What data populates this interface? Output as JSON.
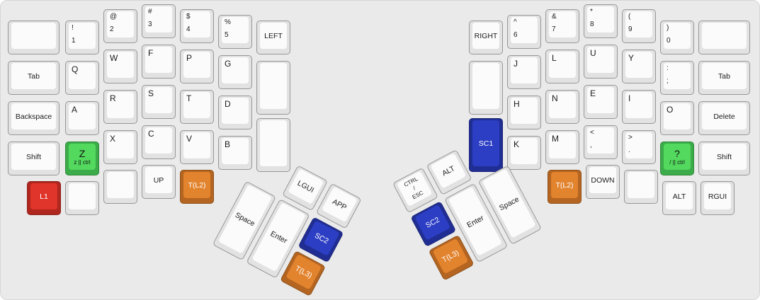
{
  "palette": {
    "white": {
      "face": "#fbfbfb",
      "side": "#e2e2e2",
      "border": "#979797",
      "text": "#1c1c1c"
    },
    "red": {
      "face": "#e0352b",
      "side": "#b0271f",
      "border": "#8c1e17",
      "text": "#ffffff"
    },
    "green": {
      "face": "#52d95e",
      "side": "#3cab49",
      "border": "#2f8a3b",
      "text": "#111111"
    },
    "orange": {
      "face": "#e2832d",
      "side": "#b46521",
      "border": "#8f5119",
      "text": "#ffffff"
    },
    "blue": {
      "face": "#2c3ec4",
      "side": "#202e94",
      "border": "#1a2578",
      "text": "#ffffff"
    }
  },
  "keyboard": {
    "left_main": [
      {
        "name": "key-blank-l-top-outer",
        "kind": "word",
        "color": "white",
        "lines": []
      },
      {
        "name": "key-1",
        "kind": "sym",
        "color": "white",
        "lines": [
          "!",
          "1"
        ]
      },
      {
        "name": "key-2",
        "kind": "sym",
        "color": "white",
        "lines": [
          "@",
          "2"
        ]
      },
      {
        "name": "key-3",
        "kind": "sym",
        "color": "white",
        "lines": [
          "#",
          "3"
        ]
      },
      {
        "name": "key-4",
        "kind": "sym",
        "color": "white",
        "lines": [
          "$",
          "4"
        ]
      },
      {
        "name": "key-5",
        "kind": "sym",
        "color": "white",
        "lines": [
          "%",
          "5"
        ]
      },
      {
        "name": "key-left-arrow",
        "kind": "word",
        "color": "white",
        "lines": [
          "LEFT"
        ]
      },
      {
        "name": "key-tab-left",
        "kind": "word",
        "color": "white",
        "lines": [
          "Tab"
        ]
      },
      {
        "name": "key-q",
        "kind": "letter",
        "color": "white",
        "lines": [
          "Q"
        ]
      },
      {
        "name": "key-w",
        "kind": "letter",
        "color": "white",
        "lines": [
          "W"
        ]
      },
      {
        "name": "key-f",
        "kind": "letter",
        "color": "white",
        "lines": [
          "F"
        ]
      },
      {
        "name": "key-p",
        "kind": "letter",
        "color": "white",
        "lines": [
          "P"
        ]
      },
      {
        "name": "key-g",
        "kind": "letter",
        "color": "white",
        "lines": [
          "G"
        ]
      },
      {
        "name": "key-blank-l-inner-top",
        "kind": "word",
        "color": "white",
        "lines": []
      },
      {
        "name": "key-blank-l-inner-bottom",
        "kind": "word",
        "color": "white",
        "lines": []
      },
      {
        "name": "key-backspace",
        "kind": "word",
        "color": "white",
        "lines": [
          "Backspace"
        ]
      },
      {
        "name": "key-a",
        "kind": "letter",
        "color": "white",
        "lines": [
          "A"
        ]
      },
      {
        "name": "key-r",
        "kind": "letter",
        "color": "white",
        "lines": [
          "R"
        ]
      },
      {
        "name": "key-s",
        "kind": "letter",
        "color": "white",
        "lines": [
          "S"
        ]
      },
      {
        "name": "key-t",
        "kind": "letter",
        "color": "white",
        "lines": [
          "T"
        ]
      },
      {
        "name": "key-d",
        "kind": "letter",
        "color": "white",
        "lines": [
          "D"
        ]
      },
      {
        "name": "key-shift-left",
        "kind": "word",
        "color": "white",
        "lines": [
          "Shift"
        ]
      },
      {
        "name": "key-z-ctrl",
        "kind": "combo",
        "color": "green",
        "lines": [
          "Z",
          "z || ctrl"
        ]
      },
      {
        "name": "key-x",
        "kind": "letter",
        "color": "white",
        "lines": [
          "X"
        ]
      },
      {
        "name": "key-c",
        "kind": "letter",
        "color": "white",
        "lines": [
          "C"
        ]
      },
      {
        "name": "key-v",
        "kind": "letter",
        "color": "white",
        "lines": [
          "V"
        ]
      },
      {
        "name": "key-b",
        "kind": "letter",
        "color": "white",
        "lines": [
          "B"
        ]
      },
      {
        "name": "key-l1",
        "kind": "word",
        "color": "red",
        "lines": [
          "L1"
        ]
      },
      {
        "name": "key-blank-l-bottom-1",
        "kind": "word",
        "color": "white",
        "lines": []
      },
      {
        "name": "key-blank-l-bottom-2",
        "kind": "word",
        "color": "white",
        "lines": []
      },
      {
        "name": "key-up-arrow",
        "kind": "word",
        "color": "white",
        "lines": [
          "UP"
        ]
      },
      {
        "name": "key-t-l2-left",
        "kind": "word",
        "color": "orange",
        "lines": [
          "T(L2)"
        ]
      }
    ],
    "left_thumb": [
      {
        "name": "key-lgui",
        "kind": "word",
        "color": "white",
        "lines": [
          "LGUI"
        ]
      },
      {
        "name": "key-app",
        "kind": "word",
        "color": "white",
        "lines": [
          "APP"
        ]
      },
      {
        "name": "key-space-left",
        "kind": "word",
        "color": "white",
        "lines": [
          "Space"
        ]
      },
      {
        "name": "key-enter-left",
        "kind": "word",
        "color": "white",
        "lines": [
          "Enter"
        ]
      },
      {
        "name": "key-sc2-left",
        "kind": "word",
        "color": "blue",
        "lines": [
          "SC2"
        ]
      },
      {
        "name": "key-t-l3-left",
        "kind": "word",
        "color": "orange",
        "lines": [
          "T(L3)"
        ]
      }
    ],
    "right_thumb": [
      {
        "name": "key-ctrl-esc",
        "kind": "multi",
        "color": "white",
        "lines": [
          "CTRL",
          "/",
          "ESC"
        ]
      },
      {
        "name": "key-alt-thumb",
        "kind": "word",
        "color": "white",
        "lines": [
          "ALT"
        ]
      },
      {
        "name": "key-sc2-right",
        "kind": "word",
        "color": "blue",
        "lines": [
          "SC2"
        ]
      },
      {
        "name": "key-t-l3-right",
        "kind": "word",
        "color": "orange",
        "lines": [
          "T(L3)"
        ]
      },
      {
        "name": "key-enter-right",
        "kind": "word",
        "color": "white",
        "lines": [
          "Enter"
        ]
      },
      {
        "name": "key-space-right",
        "kind": "word",
        "color": "white",
        "lines": [
          "Space"
        ]
      }
    ],
    "right_main": [
      {
        "name": "key-right-arrow",
        "kind": "word",
        "color": "white",
        "lines": [
          "RIGHT"
        ]
      },
      {
        "name": "key-6",
        "kind": "sym",
        "color": "white",
        "lines": [
          "^",
          "6"
        ]
      },
      {
        "name": "key-7",
        "kind": "sym",
        "color": "white",
        "lines": [
          "&",
          "7"
        ]
      },
      {
        "name": "key-8",
        "kind": "sym",
        "color": "white",
        "lines": [
          "*",
          "8"
        ]
      },
      {
        "name": "key-9",
        "kind": "sym",
        "color": "white",
        "lines": [
          "(",
          "9"
        ]
      },
      {
        "name": "key-0",
        "kind": "sym",
        "color": "white",
        "lines": [
          ")",
          "0"
        ]
      },
      {
        "name": "key-blank-r-top-outer",
        "kind": "word",
        "color": "white",
        "lines": []
      },
      {
        "name": "key-blank-r-inner-top",
        "kind": "word",
        "color": "white",
        "lines": []
      },
      {
        "name": "key-sc1",
        "kind": "word",
        "color": "blue",
        "lines": [
          "SC1"
        ]
      },
      {
        "name": "key-j",
        "kind": "letter",
        "color": "white",
        "lines": [
          "J"
        ]
      },
      {
        "name": "key-l",
        "kind": "letter",
        "color": "white",
        "lines": [
          "L"
        ]
      },
      {
        "name": "key-u",
        "kind": "letter",
        "color": "white",
        "lines": [
          "U"
        ]
      },
      {
        "name": "key-y",
        "kind": "letter",
        "color": "white",
        "lines": [
          "Y"
        ]
      },
      {
        "name": "key-semicolon",
        "kind": "sym",
        "color": "white",
        "lines": [
          ":",
          ";"
        ]
      },
      {
        "name": "key-tab-right",
        "kind": "word",
        "color": "white",
        "lines": [
          "Tab"
        ]
      },
      {
        "name": "key-h",
        "kind": "letter",
        "color": "white",
        "lines": [
          "H"
        ]
      },
      {
        "name": "key-n",
        "kind": "letter",
        "color": "white",
        "lines": [
          "N"
        ]
      },
      {
        "name": "key-e",
        "kind": "letter",
        "color": "white",
        "lines": [
          "E"
        ]
      },
      {
        "name": "key-i",
        "kind": "letter",
        "color": "white",
        "lines": [
          "I"
        ]
      },
      {
        "name": "key-o",
        "kind": "letter",
        "color": "white",
        "lines": [
          "O"
        ]
      },
      {
        "name": "key-delete",
        "kind": "word",
        "color": "white",
        "lines": [
          "Delete"
        ]
      },
      {
        "name": "key-k",
        "kind": "letter",
        "color": "white",
        "lines": [
          "K"
        ]
      },
      {
        "name": "key-m",
        "kind": "letter",
        "color": "white",
        "lines": [
          "M"
        ]
      },
      {
        "name": "key-comma",
        "kind": "sym",
        "color": "white",
        "lines": [
          "<",
          ","
        ]
      },
      {
        "name": "key-period",
        "kind": "sym",
        "color": "white",
        "lines": [
          ">",
          "."
        ]
      },
      {
        "name": "key-slash-ctrl",
        "kind": "combo",
        "color": "green",
        "lines": [
          "?",
          "/ || ctrl"
        ]
      },
      {
        "name": "key-shift-right",
        "kind": "word",
        "color": "white",
        "lines": [
          "Shift"
        ]
      },
      {
        "name": "key-t-l2-right",
        "kind": "word",
        "color": "orange",
        "lines": [
          "T(L2)"
        ]
      },
      {
        "name": "key-down-arrow",
        "kind": "word",
        "color": "white",
        "lines": [
          "DOWN"
        ]
      },
      {
        "name": "key-blank-r-bottom",
        "kind": "word",
        "color": "white",
        "lines": []
      },
      {
        "name": "key-alt-right",
        "kind": "word",
        "color": "white",
        "lines": [
          "ALT"
        ]
      },
      {
        "name": "key-rgui",
        "kind": "word",
        "color": "white",
        "lines": [
          "RGUI"
        ]
      }
    ]
  }
}
